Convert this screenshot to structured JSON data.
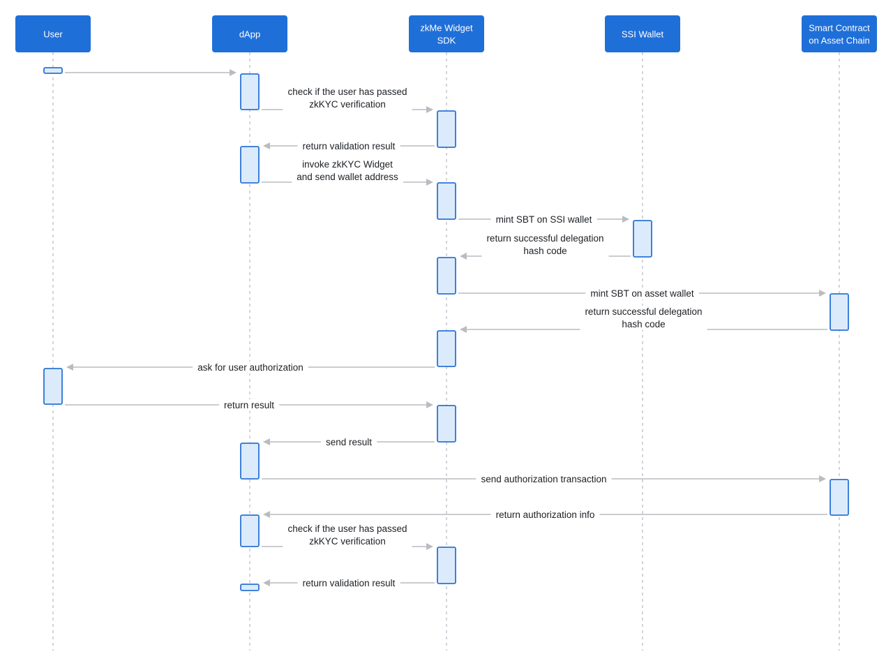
{
  "participants": [
    {
      "id": "user",
      "label_lines": [
        "User"
      ]
    },
    {
      "id": "dapp",
      "label_lines": [
        "dApp"
      ]
    },
    {
      "id": "sdk",
      "label_lines": [
        "zkMe Widget",
        "SDK"
      ]
    },
    {
      "id": "ssi",
      "label_lines": [
        "SSI Wallet"
      ]
    },
    {
      "id": "contract",
      "label_lines": [
        "Smart Contract",
        "on Asset Chain"
      ]
    }
  ],
  "messages": [
    {
      "from": "user",
      "to": "dapp",
      "text_lines": []
    },
    {
      "from": "dapp",
      "to": "sdk",
      "text_lines": [
        "check if the user has passed",
        "zkKYC verification"
      ]
    },
    {
      "from": "sdk",
      "to": "dapp",
      "text_lines": [
        "return validation result"
      ]
    },
    {
      "from": "dapp",
      "to": "sdk",
      "text_lines": [
        "invoke zkKYC Widget",
        "and send wallet address"
      ]
    },
    {
      "from": "sdk",
      "to": "ssi",
      "text_lines": [
        "mint SBT on SSI wallet"
      ]
    },
    {
      "from": "ssi",
      "to": "sdk",
      "text_lines": [
        "return successful delegation",
        "hash code"
      ]
    },
    {
      "from": "sdk",
      "to": "contract",
      "text_lines": [
        "mint SBT on asset wallet"
      ]
    },
    {
      "from": "contract",
      "to": "sdk",
      "text_lines": [
        "return successful delegation",
        "hash code"
      ]
    },
    {
      "from": "sdk",
      "to": "user",
      "text_lines": [
        "ask for user authorization"
      ]
    },
    {
      "from": "user",
      "to": "sdk",
      "text_lines": [
        "return result"
      ]
    },
    {
      "from": "sdk",
      "to": "dapp",
      "text_lines": [
        "send result"
      ]
    },
    {
      "from": "dapp",
      "to": "contract",
      "text_lines": [
        "send authorization transaction"
      ]
    },
    {
      "from": "contract",
      "to": "dapp",
      "text_lines": [
        "return authorization info"
      ]
    },
    {
      "from": "dapp",
      "to": "sdk",
      "text_lines": [
        "check if the user has passed",
        "zkKYC verification"
      ]
    },
    {
      "from": "sdk",
      "to": "dapp",
      "text_lines": [
        "return validation result"
      ]
    }
  ],
  "colors": {
    "actor_fill": "#1f6fd9",
    "activation_fill": "#dcebfb",
    "activation_stroke": "#2a73d6",
    "arrow": "#b9bcc0"
  }
}
